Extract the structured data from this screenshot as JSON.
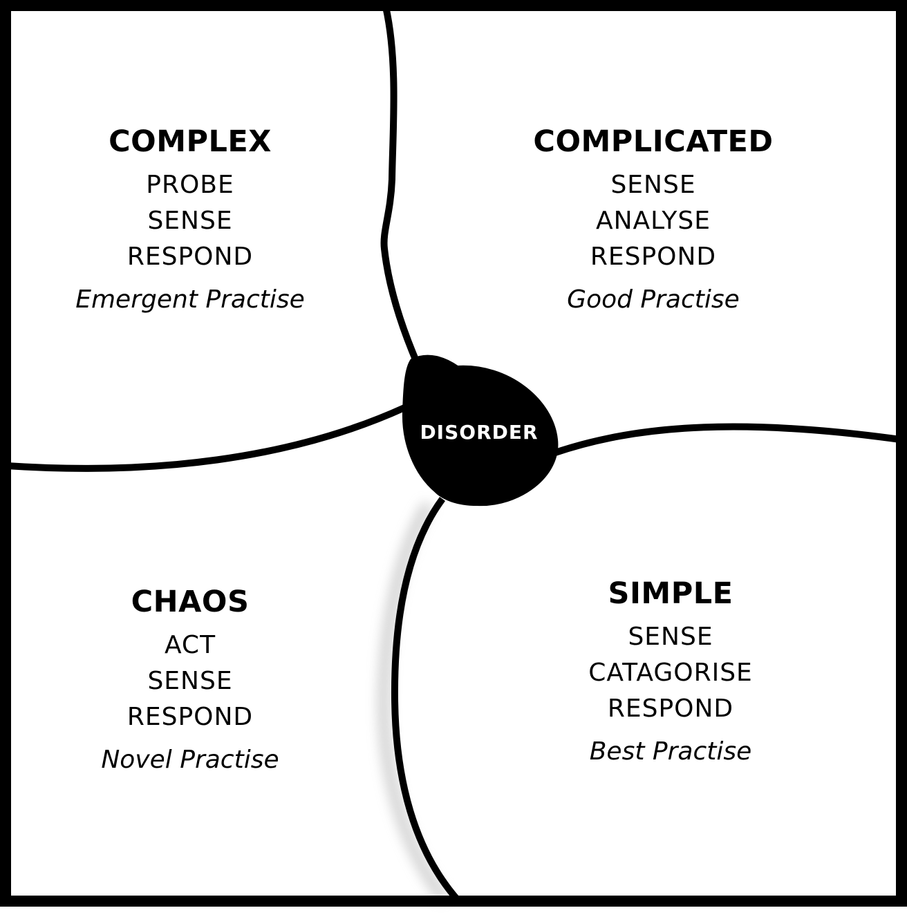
{
  "domains": {
    "complex": {
      "title": "COMPLEX",
      "steps": [
        "PROBE",
        "SENSE",
        "RESPOND"
      ],
      "practice": "Emergent Practise"
    },
    "complicated": {
      "title": "COMPLICATED",
      "steps": [
        "SENSE",
        "ANALYSE",
        "RESPOND"
      ],
      "practice": "Good Practise"
    },
    "chaos": {
      "title": "CHAOS",
      "steps": [
        "ACT",
        "SENSE",
        "RESPOND"
      ],
      "practice": "Novel Practise"
    },
    "simple": {
      "title": "SIMPLE",
      "steps": [
        "SENSE",
        "CATAGORISE",
        "RESPOND"
      ],
      "practice": "Best Practise"
    }
  },
  "center": {
    "label": "DISORDER"
  },
  "colors": {
    "line": "#000000",
    "background": "#ffffff",
    "center_text": "#ffffff"
  }
}
